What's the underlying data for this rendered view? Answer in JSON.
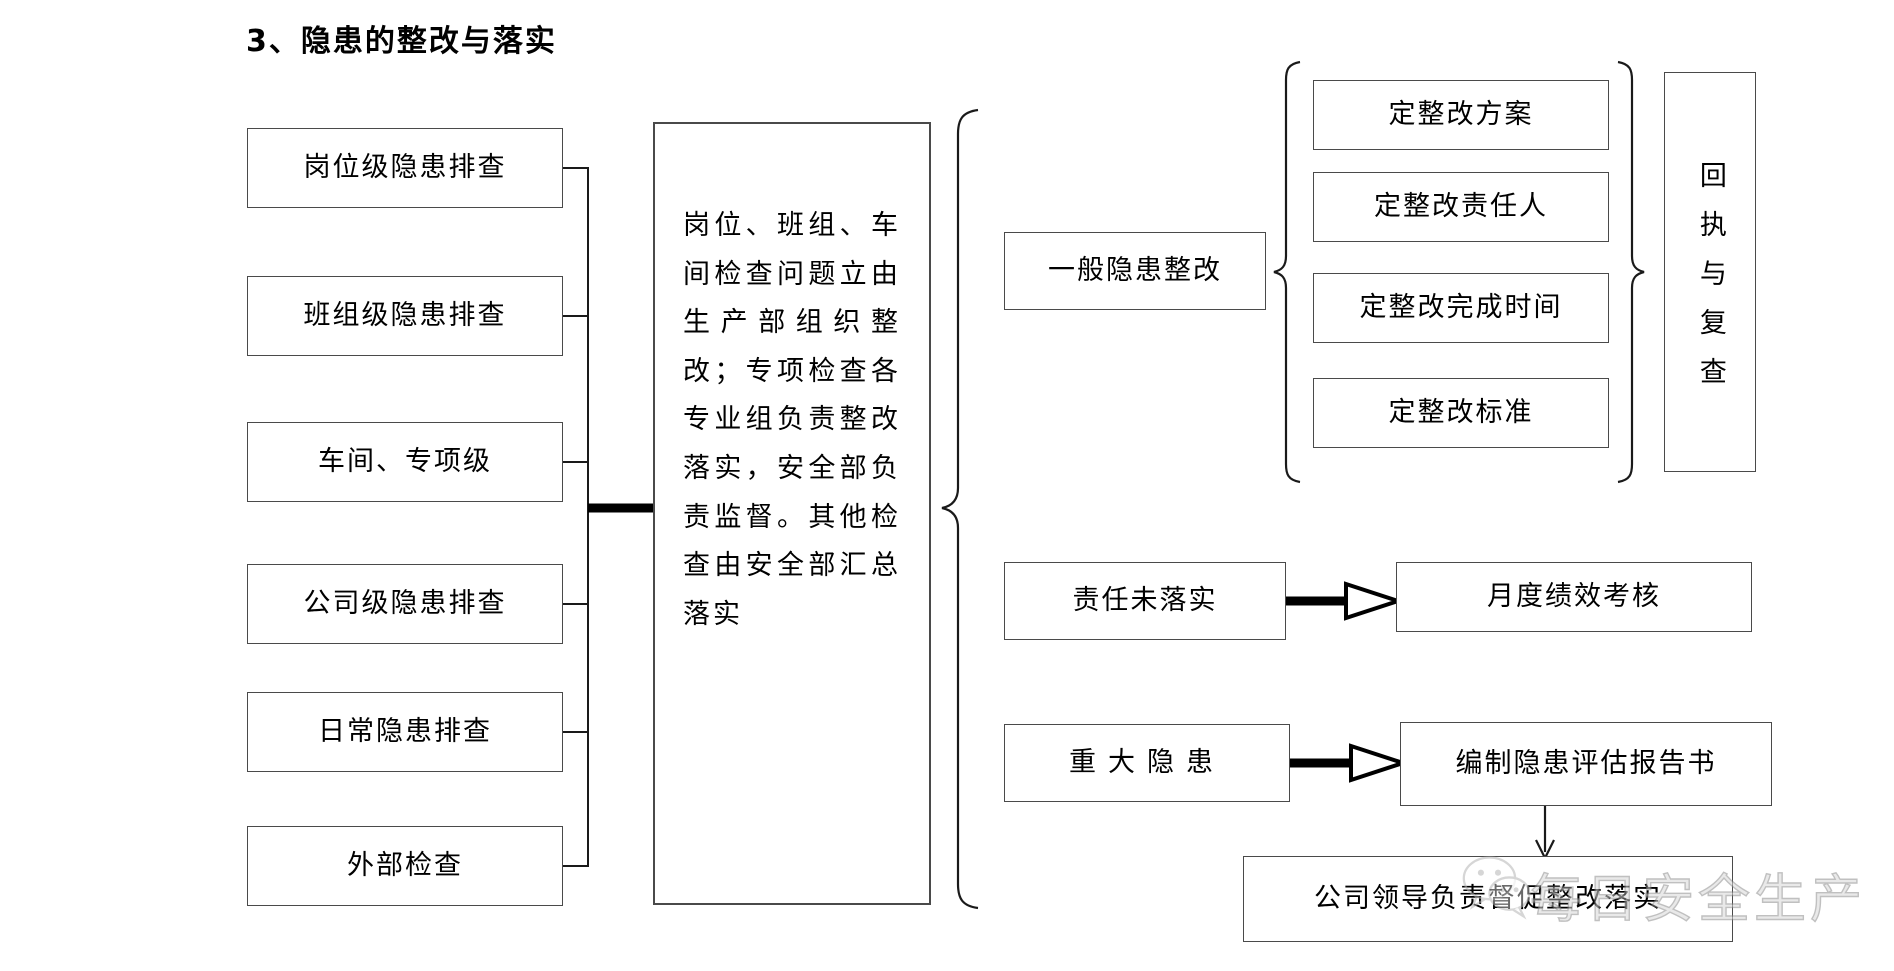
{
  "title": "3、隐患的整改与落实",
  "colors": {
    "line": "#4a4a4a",
    "text": "#000000",
    "background": "#ffffff",
    "watermark": "#d8d8d8"
  },
  "inspection_sources": [
    {
      "label": "岗位级隐患排查"
    },
    {
      "label": "班组级隐患排查"
    },
    {
      "label": "车间、专项级"
    },
    {
      "label": "公司级隐患排查"
    },
    {
      "label": "日常隐患排查"
    },
    {
      "label": "外部检查"
    }
  ],
  "center": {
    "text": "岗位、班组、车间检查问题立由生产部组织整改；专项检查各专业组负责整改落实，安全部负责监督。其他检查由安全部汇总落实"
  },
  "branches": {
    "general": {
      "label": "一般隐患整改"
    },
    "responsibility": {
      "label": "责任未落实"
    },
    "major": {
      "label": "重大隐患"
    }
  },
  "rectification_items": [
    {
      "label": "定整改方案"
    },
    {
      "label": "定整改责任人"
    },
    {
      "label": "定整改完成时间"
    },
    {
      "label": "定整改标准"
    }
  ],
  "receipt": {
    "label": "回执与复查"
  },
  "outcomes": {
    "performance": {
      "label": "月度绩效考核"
    },
    "report": {
      "label": "编制隐患评估报告书"
    },
    "leader": {
      "label": "公司领导负责督促整改落实"
    }
  },
  "watermark": {
    "text": "每日安全生产",
    "logo": "wechat-icon"
  }
}
